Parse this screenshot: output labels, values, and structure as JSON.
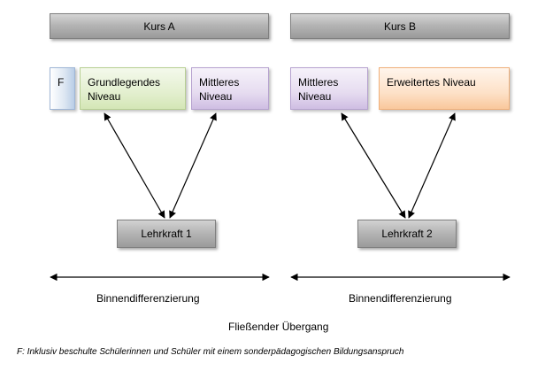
{
  "courses": {
    "a_label": "Kurs A",
    "b_label": "Kurs B"
  },
  "levels": {
    "f_label": "F",
    "a_basic": "Grundlegendes Niveau",
    "a_middle": "Mittleres Niveau",
    "b_middle": "Mittleres Niveau",
    "b_extended": "Erweitertes Niveau"
  },
  "teachers": {
    "t1": "Lehrkraft 1",
    "t2": "Lehrkraft 2"
  },
  "differentiation": {
    "left": "Binnendifferenzierung",
    "right": "Binnendifferenzierung"
  },
  "transition": "Fließender Übergang",
  "footnote": "F: Inklusiv beschulte Schülerinnen und Schüler mit einem sonderpädagogischen Bildungsanspruch",
  "colors": {
    "f": "#c5d6ec",
    "basic": "#dfedc8",
    "middle": "#e0d4ee",
    "extended": "#fcd9b9",
    "gray": "#b0b0b0"
  }
}
